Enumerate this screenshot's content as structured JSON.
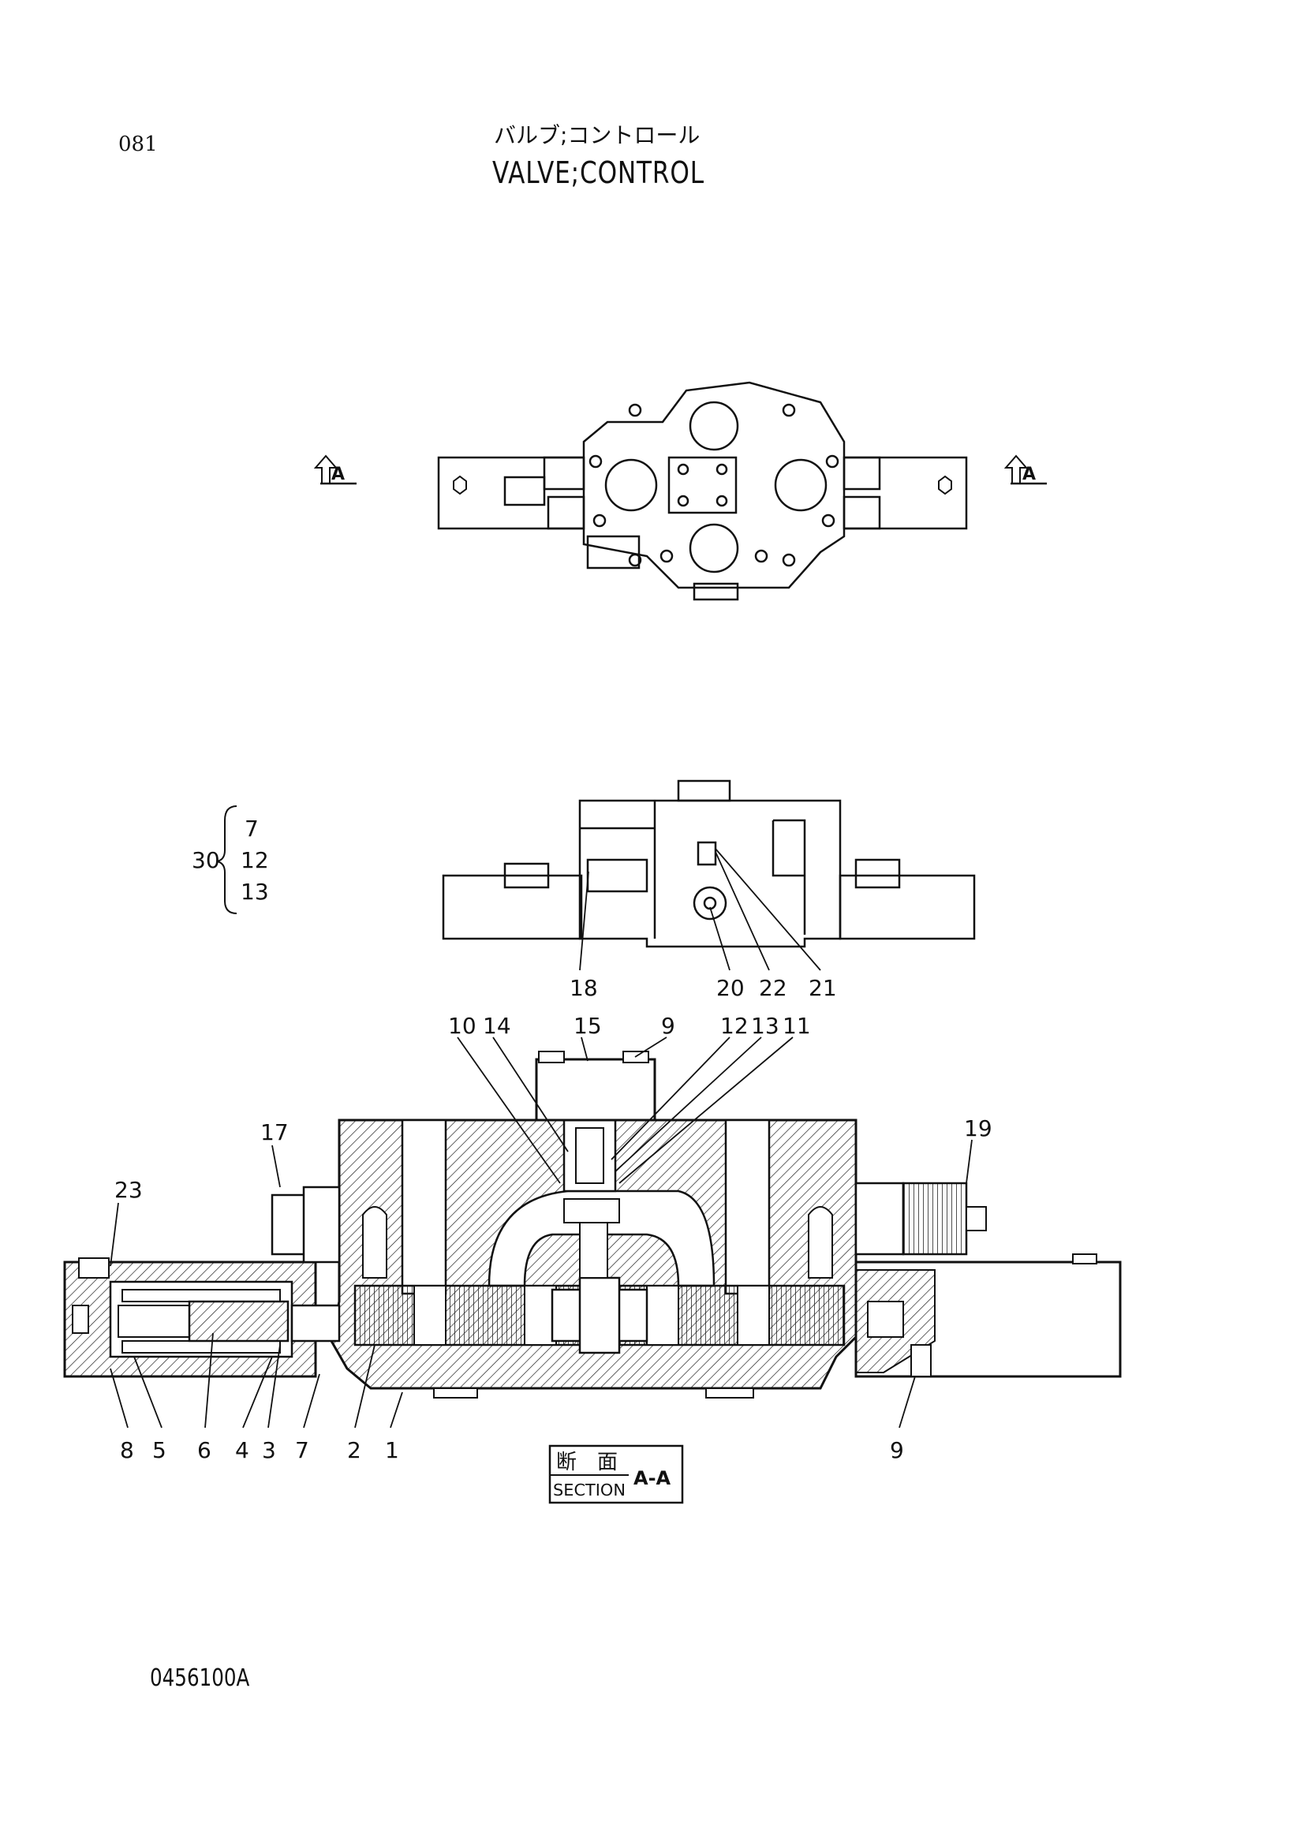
{
  "header": {
    "page_number": "081",
    "title_jp": "バルブ;コントロール",
    "title_en": "VALVE;CONTROL"
  },
  "views": {
    "section_marker": "A",
    "section_label_jp": "断　面",
    "section_label_en": "SECTION",
    "section_id": "A-A"
  },
  "callouts": {
    "set_30": {
      "number": "30",
      "parts": [
        "7",
        "12",
        "13"
      ]
    },
    "side_view": [
      "18",
      "20",
      "22",
      "21"
    ],
    "section_top": [
      "10",
      "14",
      "15",
      "9",
      "12",
      "13",
      "11"
    ],
    "section_sides": [
      "17",
      "19",
      "23"
    ],
    "section_bottom": [
      "8",
      "5",
      "6",
      "4",
      "3",
      "7",
      "2",
      "1",
      "9"
    ]
  },
  "footer": {
    "drawing_code": "0456100A"
  }
}
